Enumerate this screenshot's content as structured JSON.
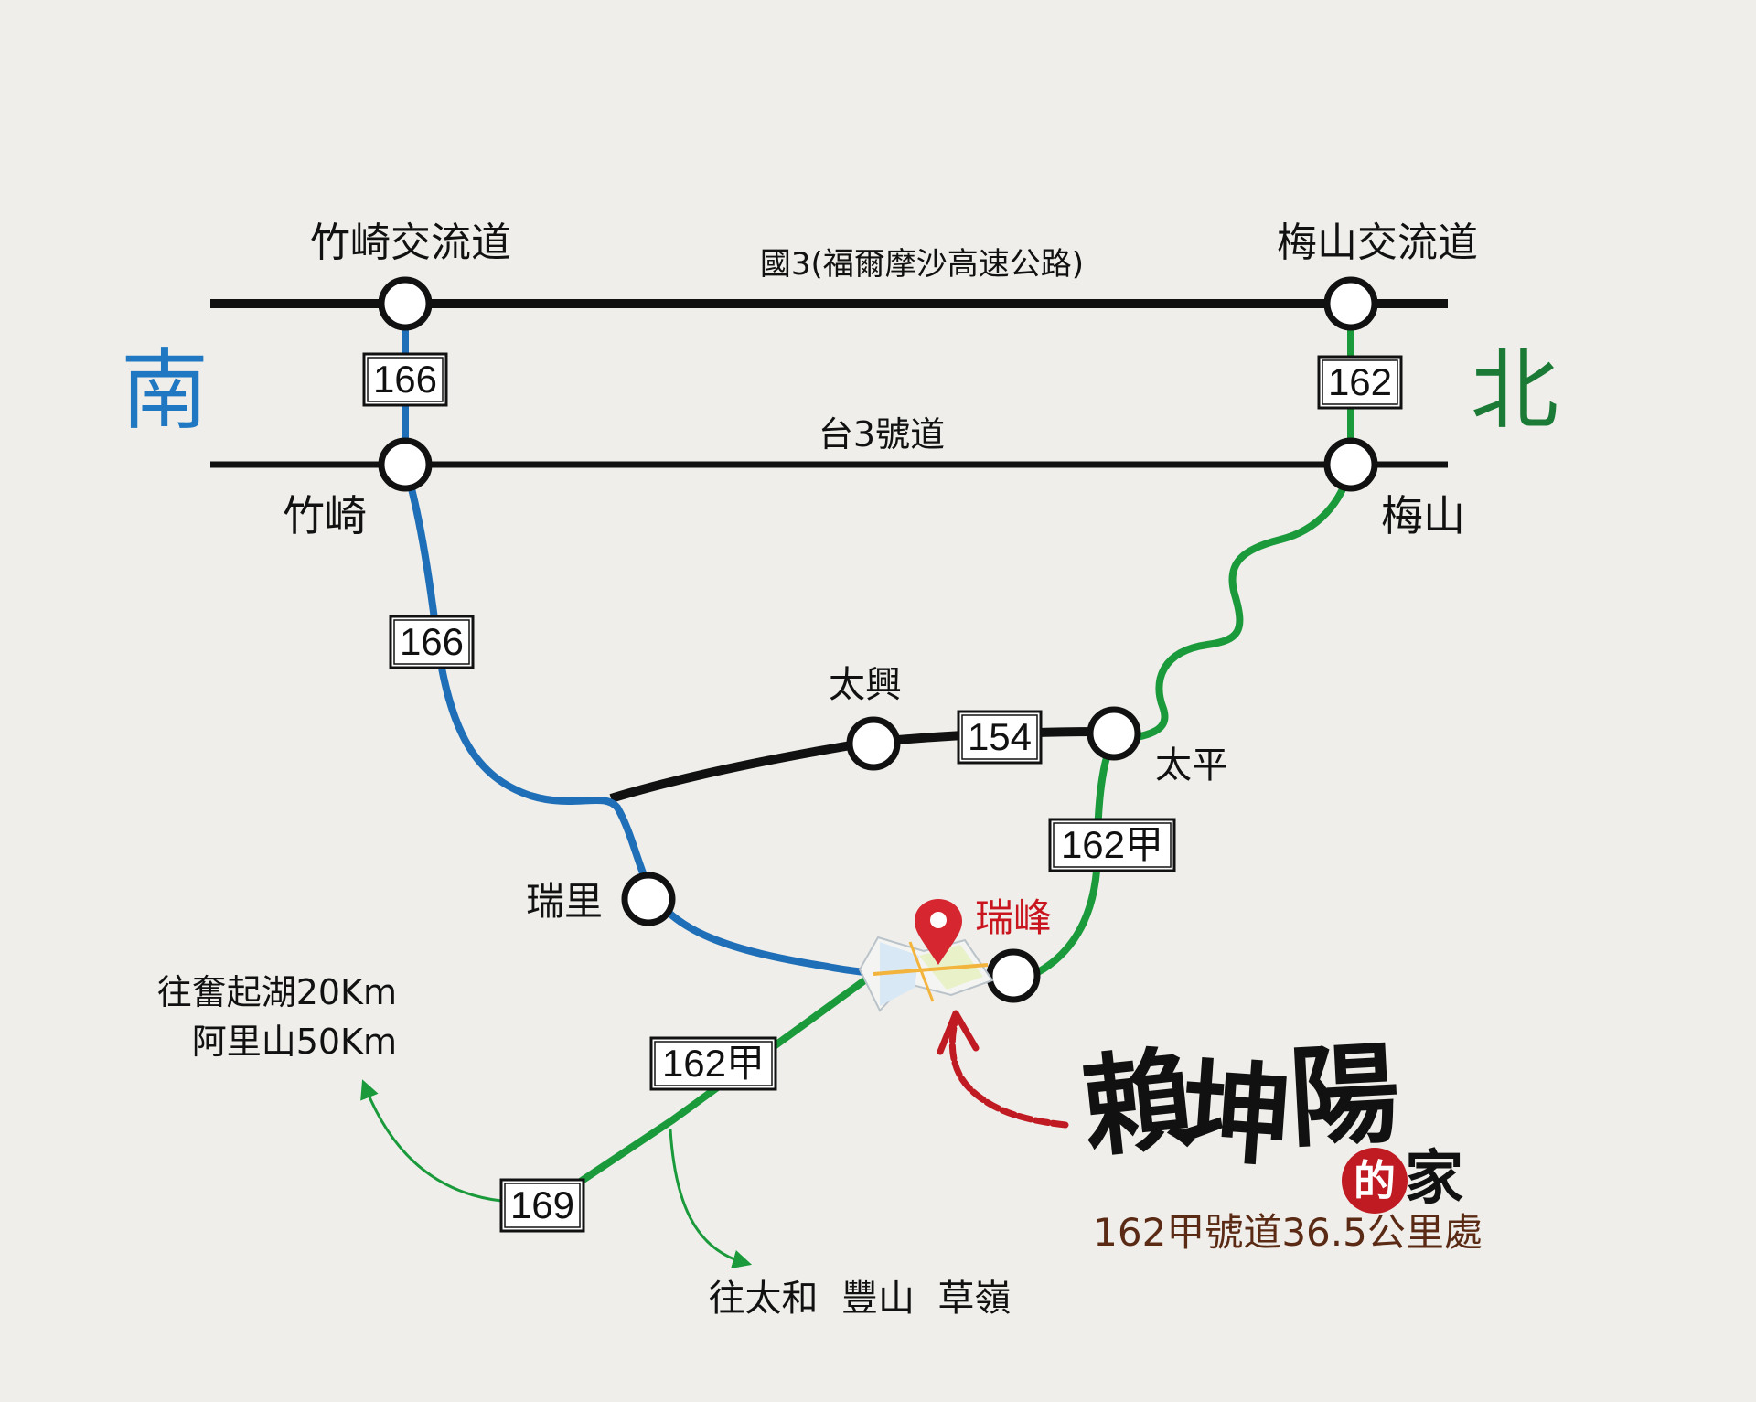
{
  "directions": {
    "south": "南",
    "north": "北"
  },
  "highways": {
    "national": "國3(福爾摩沙高速公路)",
    "provincial": "台3號道"
  },
  "interchanges": {
    "west": "竹崎交流道",
    "east": "梅山交流道"
  },
  "towns": {
    "zhuqi": "竹崎",
    "meishan": "梅山",
    "taixing": "太興",
    "taiping": "太平",
    "ruili": "瑞里",
    "ruifeng": "瑞峰"
  },
  "shields": {
    "r166_top": "166",
    "r166_mid": "166",
    "r162": "162",
    "r154": "154",
    "r162a_upper": "162甲",
    "r162a_lower": "162甲",
    "r169": "169"
  },
  "directions_text": {
    "fenqihu": "往奮起湖20Km",
    "alishan": "阿里山50Km",
    "taihe": "往太和  豐山  草嶺"
  },
  "brand": {
    "chars": [
      "賴",
      "坤",
      "陽"
    ],
    "de": "的",
    "home": "家",
    "address": "162甲號道36.5公里處"
  },
  "colors": {
    "background": "#efeeea",
    "blue_route": "#1f6fb8",
    "green_route": "#1a9a3b",
    "black_road": "#111111",
    "south": "#1f78c1",
    "north": "#1a7a36",
    "ruifeng": "#c9151e",
    "arrow": "#c01a22",
    "address": "#5a2a14",
    "seal": "#c01a22"
  },
  "icons": {
    "destination": "map-pin-icon"
  }
}
